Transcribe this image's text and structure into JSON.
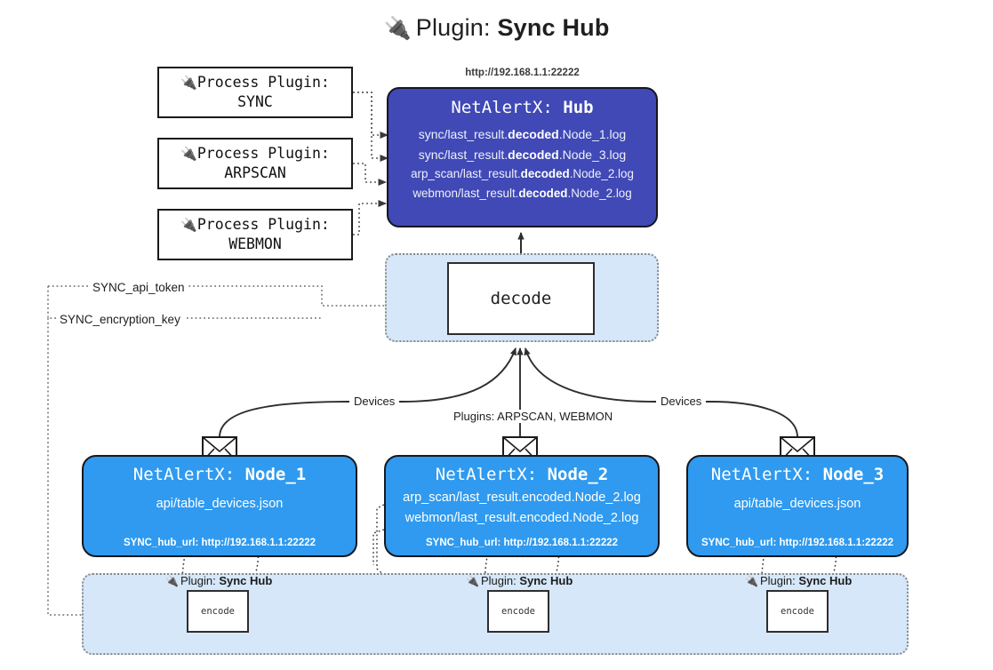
{
  "title": {
    "icon": "plug-icon",
    "prefix": "Plugin: ",
    "name": "Sync Hub"
  },
  "process_plugins": [
    {
      "icon": "plug-icon",
      "line1": "Process Plugin:",
      "line2": "SYNC"
    },
    {
      "icon": "plug-icon",
      "line1": "Process Plugin:",
      "line2": "ARPSCAN"
    },
    {
      "icon": "plug-icon",
      "line1": "Process Plugin:",
      "line2": "WEBMON"
    }
  ],
  "hub": {
    "url": "http://192.168.1.1:22222",
    "title_prefix": "NetAlertX: ",
    "title_name": "Hub",
    "logs": [
      {
        "pre": "sync/last_result.",
        "strong": "decoded",
        "post": ".Node_1.log"
      },
      {
        "pre": "sync/last_result.",
        "strong": "decoded",
        "post": ".Node_3.log"
      },
      {
        "pre": "arp_scan/last_result.",
        "strong": "decoded",
        "post": ".Node_2.log"
      },
      {
        "pre": "webmon/last_result.",
        "strong": "decoded",
        "post": ".Node_2.log"
      }
    ]
  },
  "decode": {
    "label": "decode"
  },
  "tokens": {
    "api_token": "SYNC_api_token",
    "encryption_key": "SYNC_encryption_key"
  },
  "edge_labels": {
    "devices_left": "Devices",
    "devices_right": "Devices",
    "plugins_center": "Plugins: ARPSCAN, WEBMON"
  },
  "nodes": [
    {
      "icon": "envelope-icon",
      "title_prefix": "NetAlertX: ",
      "title_name": "Node_1",
      "lines": [
        "api/table_devices.json"
      ],
      "footer": "SYNC_hub_url: http://192.168.1.1:22222"
    },
    {
      "icon": "envelope-icon",
      "title_prefix": "NetAlertX: ",
      "title_name": "Node_2",
      "lines": [
        "arp_scan/last_result.encoded.Node_2.log",
        "webmon/last_result.encoded.Node_2.log"
      ],
      "footer": "SYNC_hub_url: http://192.168.1.1:22222"
    },
    {
      "icon": "envelope-icon",
      "title_prefix": "NetAlertX: ",
      "title_name": "Node_3",
      "lines": [
        "api/table_devices.json"
      ],
      "footer": "SYNC_hub_url: http://192.168.1.1:22222"
    }
  ],
  "encode_zones": [
    {
      "icon": "plug-icon",
      "caption_prefix": "Plugin: ",
      "caption_name": "Sync Hub",
      "box_label": "encode"
    },
    {
      "icon": "plug-icon",
      "caption_prefix": "Plugin: ",
      "caption_name": "Sync Hub",
      "box_label": "encode"
    },
    {
      "icon": "plug-icon",
      "caption_prefix": "Plugin: ",
      "caption_name": "Sync Hub",
      "box_label": "encode"
    }
  ],
  "colors": {
    "hub_fill": "#4049b5",
    "node_fill": "#2f9aef",
    "zone_fill": "#d5e7f9",
    "line": "#3a3a3a",
    "box_border": "#1a1a1a"
  }
}
